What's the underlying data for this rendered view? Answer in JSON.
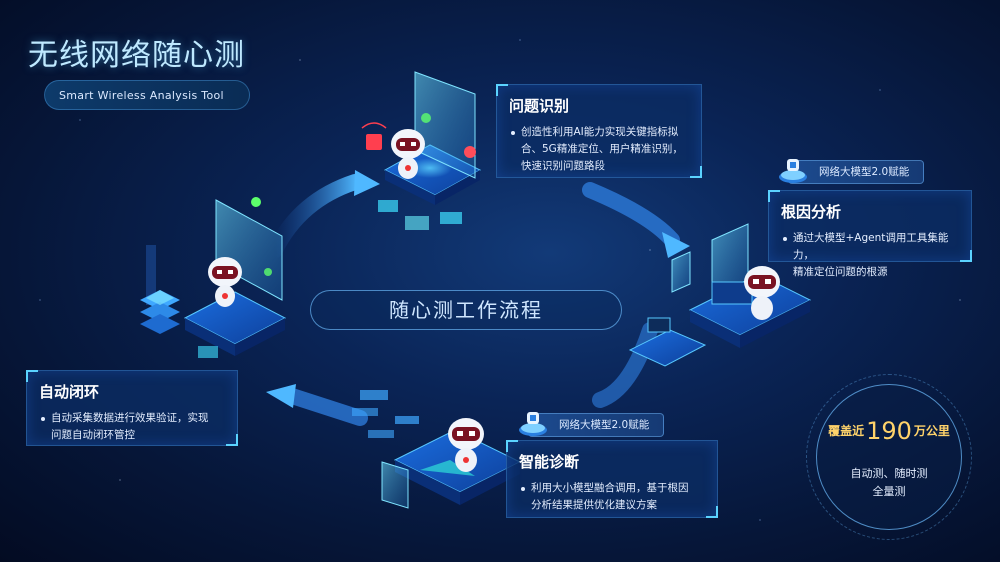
{
  "header": {
    "title": "无线网络随心测",
    "subtitle": "Smart Wireless Analysis Tool"
  },
  "center_label": "随心测工作流程",
  "steps": [
    {
      "title": "问题识别",
      "lines": [
        "创造性利用AI能力实现关键指标拟",
        "合、5G精准定位、用户精准识别，",
        "快速识别问题路段"
      ]
    },
    {
      "badge": "网络大模型2.0赋能",
      "title": "根因分析",
      "lines": [
        "通过大模型+Agent调用工具集能力，",
        "精准定位问题的根源"
      ]
    },
    {
      "badge": "网络大模型2.0赋能",
      "title": "智能诊断",
      "lines": [
        "利用大小模型融合调用，基于根因",
        "分析结果提供优化建议方案"
      ]
    },
    {
      "title": "自动闭环",
      "lines": [
        "自动采集数据进行效果验证，实现",
        "问题自动闭环管控"
      ]
    }
  ],
  "coverage": {
    "prefix": "覆盖近",
    "number": "190",
    "suffix": "万公里",
    "line1": "自动测、随时测",
    "line2": "全量测"
  },
  "colors": {
    "accent": "#5bd3ff",
    "highlight": "#ffd36a",
    "card_bg": "#0c2d64",
    "background": "#061638"
  },
  "icons": [
    "robot-icon",
    "map-panel-icon",
    "server-stack-icon",
    "ai-chip-icon",
    "cycle-arrow-icon"
  ]
}
